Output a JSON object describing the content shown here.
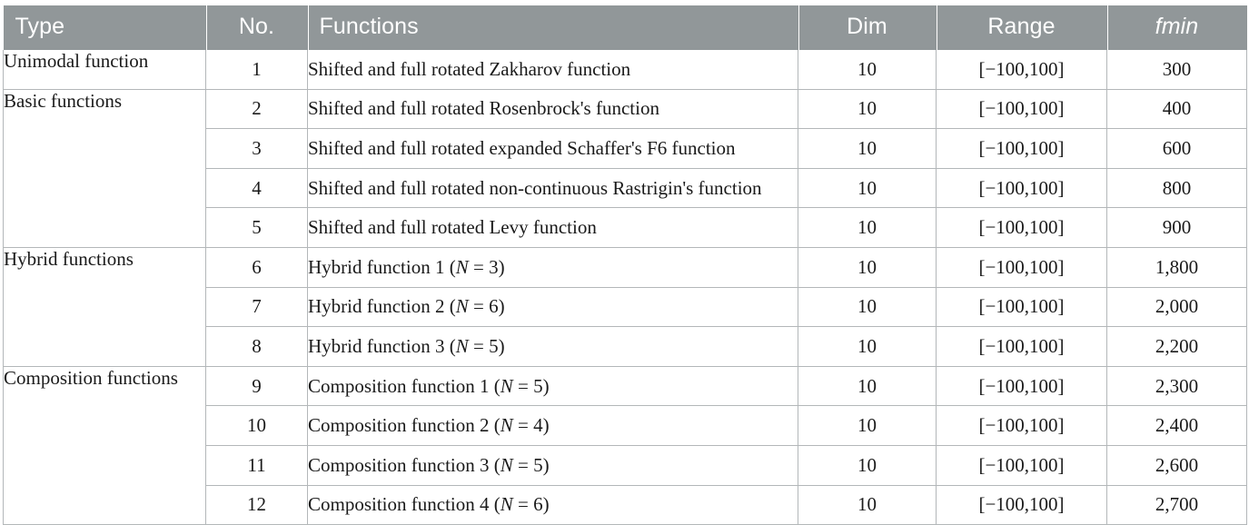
{
  "table": {
    "columns": [
      {
        "key": "type",
        "label": "Type",
        "align": "left",
        "italic": false
      },
      {
        "key": "no",
        "label": "No.",
        "align": "center",
        "italic": false
      },
      {
        "key": "func",
        "label": "Functions",
        "align": "left",
        "italic": false
      },
      {
        "key": "dim",
        "label": "Dim",
        "align": "center",
        "italic": false
      },
      {
        "key": "range",
        "label": "Range",
        "align": "center",
        "italic": false
      },
      {
        "key": "fmin",
        "label": "fmin",
        "align": "center",
        "italic": true
      }
    ],
    "header_bg": "#919799",
    "header_fg": "#ffffff",
    "border_color": "#b3b7b9",
    "body_bg": "#ffffff",
    "body_fg": "#1a1a1a",
    "groups": [
      {
        "type": "Unimodal function",
        "rowspan": 1
      },
      {
        "type": "Basic functions",
        "rowspan": 4
      },
      {
        "type": "Hybrid functions",
        "rowspan": 3
      },
      {
        "type": "Composition functions",
        "rowspan": 4
      }
    ],
    "rows": [
      {
        "no": "1",
        "func_prefix": "Shifted and full rotated Zakharov function",
        "func_var": "",
        "func_suffix": "",
        "dim": "10",
        "range": "[−100,100]",
        "fmin": "300"
      },
      {
        "no": "2",
        "func_prefix": "Shifted and full rotated Rosenbrock's function",
        "func_var": "",
        "func_suffix": "",
        "dim": "10",
        "range": "[−100,100]",
        "fmin": "400"
      },
      {
        "no": "3",
        "func_prefix": "Shifted and full rotated expanded Schaffer's F6 function",
        "func_var": "",
        "func_suffix": "",
        "dim": "10",
        "range": "[−100,100]",
        "fmin": "600"
      },
      {
        "no": "4",
        "func_prefix": "Shifted and full rotated non-continuous Rastrigin's function",
        "func_var": "",
        "func_suffix": "",
        "dim": "10",
        "range": "[−100,100]",
        "fmin": "800"
      },
      {
        "no": "5",
        "func_prefix": "Shifted and full rotated Levy function",
        "func_var": "",
        "func_suffix": "",
        "dim": "10",
        "range": "[−100,100]",
        "fmin": "900"
      },
      {
        "no": "6",
        "func_prefix": "Hybrid function 1 (",
        "func_var": "N",
        "func_suffix": " = 3)",
        "dim": "10",
        "range": "[−100,100]",
        "fmin": "1,800"
      },
      {
        "no": "7",
        "func_prefix": "Hybrid function 2 (",
        "func_var": "N",
        "func_suffix": " = 6)",
        "dim": "10",
        "range": "[−100,100]",
        "fmin": "2,000"
      },
      {
        "no": "8",
        "func_prefix": "Hybrid function 3 (",
        "func_var": "N",
        "func_suffix": " = 5)",
        "dim": "10",
        "range": "[−100,100]",
        "fmin": "2,200"
      },
      {
        "no": "9",
        "func_prefix": "Composition function 1 (",
        "func_var": "N",
        "func_suffix": " = 5)",
        "dim": "10",
        "range": "[−100,100]",
        "fmin": "2,300"
      },
      {
        "no": "10",
        "func_prefix": "Composition function 2 (",
        "func_var": "N",
        "func_suffix": " = 4)",
        "dim": "10",
        "range": "[−100,100]",
        "fmin": "2,400"
      },
      {
        "no": "11",
        "func_prefix": "Composition function 3 (",
        "func_var": "N",
        "func_suffix": " = 5)",
        "dim": "10",
        "range": "[−100,100]",
        "fmin": "2,600"
      },
      {
        "no": "12",
        "func_prefix": "Composition function 4 (",
        "func_var": "N",
        "func_suffix": " = 6)",
        "dim": "10",
        "range": "[−100,100]",
        "fmin": "2,700"
      }
    ]
  }
}
